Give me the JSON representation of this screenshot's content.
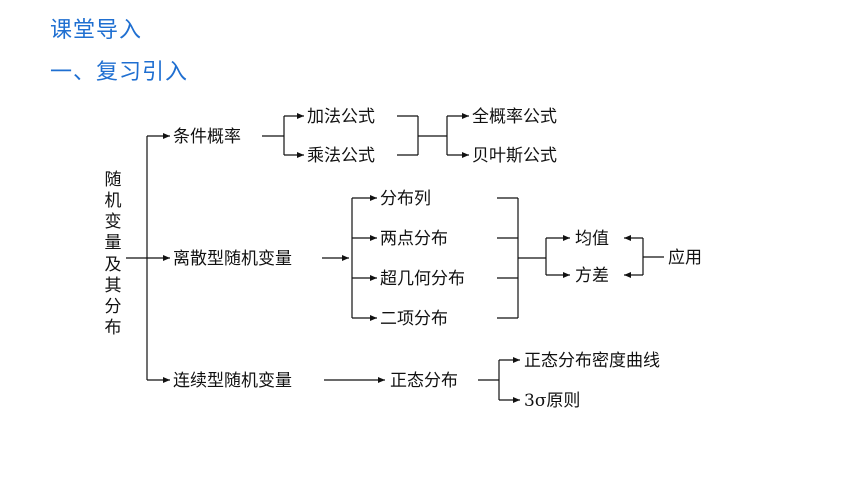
{
  "page": {
    "heading_section": "课堂导入",
    "heading_part": "一、复习引入"
  },
  "diagram": {
    "root": [
      "随",
      "机",
      "变",
      "量",
      "及",
      "其",
      "分",
      "布"
    ],
    "conditional_probability": "条件概率",
    "addition_rule": "加法公式",
    "multiplication_rule": "乘法公式",
    "total_probability": "全概率公式",
    "bayes_formula": "贝叶斯公式",
    "discrete_rv": "离散型随机变量",
    "distribution_list": "分布列",
    "two_point": "两点分布",
    "hypergeometric": "超几何分布",
    "binomial": "二项分布",
    "mean": "均值",
    "variance": "方差",
    "application": "应用",
    "continuous_rv": "连续型随机变量",
    "normal_distribution": "正态分布",
    "normal_density_curve": "正态分布密度曲线",
    "three_sigma": "3σ原则"
  },
  "colors": {
    "heading": "#1f6fd1",
    "text": "#111111",
    "background": "#ffffff"
  }
}
